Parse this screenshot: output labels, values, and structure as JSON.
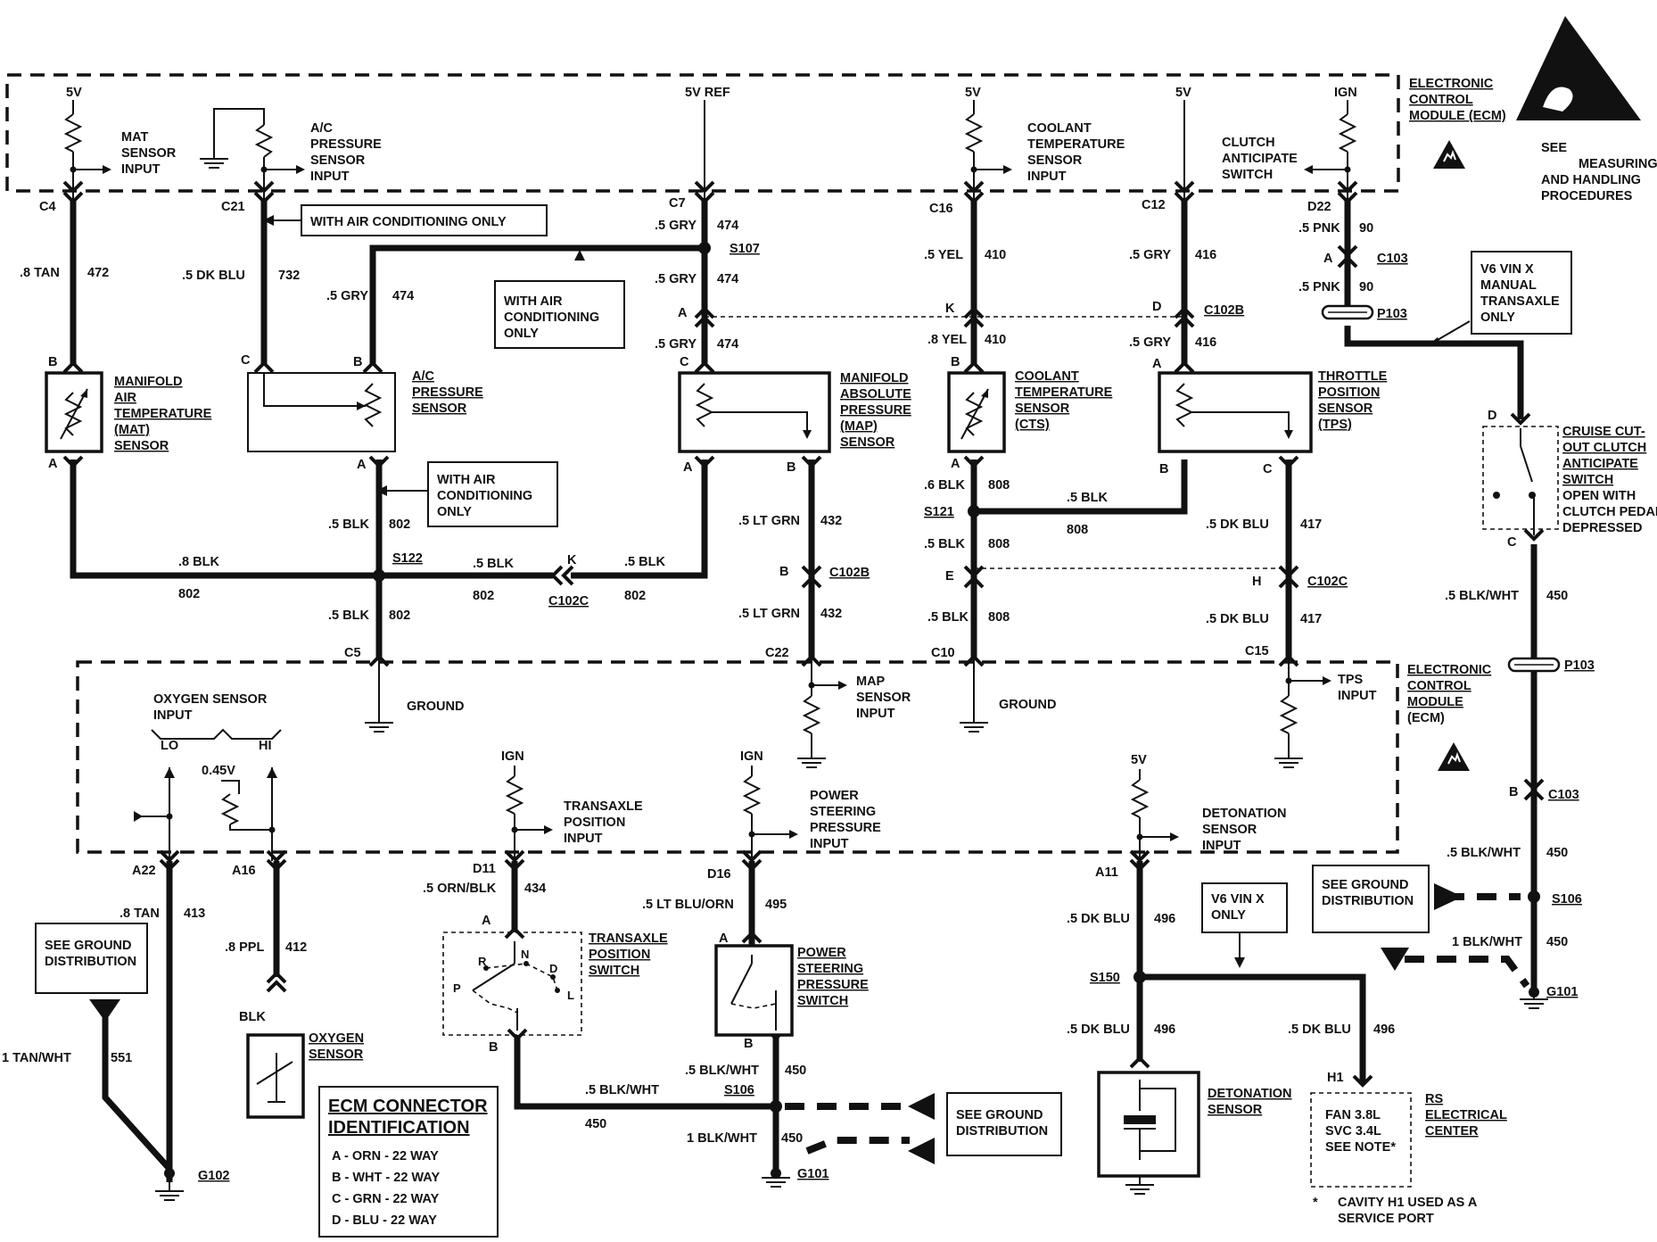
{
  "ecm_label": [
    "ELECTRONIC",
    "CONTROL",
    "MODULE (ECM)"
  ],
  "ecm_label_lower": [
    "ELECTRONIC",
    "CONTROL",
    "MODULE",
    "(ECM)"
  ],
  "esd_note": [
    "SEE",
    "MEASURING",
    "AND HANDLING",
    "PROCEDURES"
  ],
  "supply": {
    "v5": "5V",
    "v5ref": "5V REF",
    "ign": "IGN",
    "v045": "0.45V"
  },
  "inputs": {
    "mat": [
      "MAT",
      "SENSOR",
      "INPUT"
    ],
    "ac": [
      "A/C",
      "PRESSURE",
      "SENSOR",
      "INPUT"
    ],
    "coolant": [
      "COOLANT",
      "TEMPERATURE",
      "SENSOR",
      "INPUT"
    ],
    "clutch": [
      "CLUTCH",
      "ANTICIPATE",
      "SWITCH"
    ],
    "map": [
      "MAP",
      "SENSOR",
      "INPUT"
    ],
    "tps": [
      "TPS",
      "INPUT"
    ],
    "oxygen": [
      "OXYGEN SENSOR",
      "INPUT"
    ],
    "o2_lo": "LO",
    "o2_hi": "HI",
    "transaxle": [
      "TRANSAXLE",
      "POSITION",
      "INPUT"
    ],
    "ps": [
      "POWER",
      "STEERING",
      "PRESSURE",
      "INPUT"
    ],
    "det": [
      "DETONATION",
      "SENSOR",
      "INPUT"
    ]
  },
  "pins": [
    "C4",
    "C21",
    "C7",
    "C16",
    "C12",
    "D22",
    "C5",
    "C22",
    "C10",
    "C15",
    "A22",
    "A16",
    "D11",
    "D16",
    "A11",
    "H1"
  ],
  "letters": {
    "A": "A",
    "B": "B",
    "C": "C",
    "D": "D",
    "E": "E",
    "H": "H",
    "K": "K"
  },
  "wires": {
    "w472": [
      ".8 TAN",
      "472"
    ],
    "w732": [
      ".5 DK BLU",
      "732"
    ],
    "w474_c7": [
      ".5 GRY",
      "474"
    ],
    "w474_a": [
      ".5 GRY",
      "474"
    ],
    "w474_b": [
      ".5 GRY",
      "474"
    ],
    "w474_ac": [
      ".5 GRY",
      "474"
    ],
    "w410_a": [
      ".5 YEL",
      "410"
    ],
    "w410_b": [
      ".8 YEL",
      "410"
    ],
    "w416_a": [
      ".5 GRY",
      "416"
    ],
    "w416_b": [
      ".5 GRY",
      "416"
    ],
    "w90_a": [
      ".5 PNK",
      "90"
    ],
    "w90_b": [
      ".5 PNK",
      "90"
    ],
    "w802_mat": [
      ".8 BLK",
      "802"
    ],
    "w802_ac": [
      ".5 BLK",
      "802"
    ],
    "w802_mid": [
      ".5 BLK",
      "802"
    ],
    "w802_map": [
      ".5 BLK",
      "802"
    ],
    "w802_gnd": [
      ".5 BLK",
      "802"
    ],
    "w432_a": [
      ".5 LT GRN",
      "432"
    ],
    "w432_b": [
      ".5 LT GRN",
      "432"
    ],
    "w808_a": [
      ".6 BLK",
      "808"
    ],
    "w808_tps": [
      ".5 BLK",
      "808"
    ],
    "w808_b": [
      ".5 BLK",
      "808"
    ],
    "w808_c": [
      ".5 BLK",
      "808"
    ],
    "w417_a": [
      ".5 DK BLU",
      "417"
    ],
    "w417_b": [
      ".5 DK BLU",
      "417"
    ],
    "w450_r1": [
      ".5 BLK/WHT",
      "450"
    ],
    "w450_r2": [
      ".5 BLK/WHT",
      "450"
    ],
    "w450_r3": [
      "1 BLK/WHT",
      "450"
    ],
    "w413": [
      ".8 TAN",
      "413"
    ],
    "w412": [
      ".8 PPL",
      "412"
    ],
    "w551": [
      "1 TAN/WHT",
      "551"
    ],
    "w434": [
      ".5 ORN/BLK",
      "434"
    ],
    "w495": [
      ".5 LT BLU/ORN",
      "495"
    ],
    "w450_b1": [
      ".5 BLK/WHT",
      "450"
    ],
    "w450_b2": [
      ".5 BLK/WHT",
      "450"
    ],
    "w450_b3": [
      "1 BLK/WHT",
      "450"
    ],
    "w496_a": [
      ".5 DK BLU",
      "496"
    ],
    "w496_b": [
      ".5 DK BLU",
      "496"
    ],
    "w496_c": [
      ".5 DK BLU",
      "496"
    ],
    "blk": "BLK"
  },
  "splices": {
    "s107": "S107",
    "s122": "S122",
    "s121": "S121",
    "s106_r": "S106",
    "s106_b": "S106",
    "s150": "S150"
  },
  "connectors": {
    "c103_a": "C103",
    "c103_b": "C103",
    "c102b_a": "C102B",
    "c102b_b": "C102B",
    "c102c_a": "C102C",
    "c102c_b": "C102C",
    "p103_a": "P103",
    "p103_b": "P103"
  },
  "grounds": {
    "ground_l": "GROUND",
    "ground_r": "GROUND",
    "g101_r": "G101",
    "g101_b": "G101",
    "g102": "G102"
  },
  "notes": {
    "ac_only_1": "WITH AIR CONDITIONING ONLY",
    "ac_only_2": [
      "WITH AIR",
      "CONDITIONING",
      "ONLY"
    ],
    "ac_only_3": [
      "WITH AIR",
      "CONDITIONING",
      "ONLY"
    ],
    "v6_manual": [
      "V6 VIN X",
      "MANUAL",
      "TRANSAXLE",
      "ONLY"
    ],
    "v6_only": [
      "V6 VIN X",
      "ONLY"
    ],
    "ground_dist_l": [
      "SEE GROUND",
      "DISTRIBUTION"
    ],
    "ground_dist_r": [
      "SEE GROUND",
      "DISTRIBUTION"
    ],
    "ground_dist_b": [
      "SEE GROUND",
      "DISTRIBUTION"
    ],
    "cavity": [
      "CAVITY H1 USED AS A",
      "SERVICE PORT"
    ],
    "asterisk": "*"
  },
  "components": {
    "mat": [
      "MANIFOLD",
      "AIR",
      "TEMPERATURE",
      "(MAT)",
      "SENSOR"
    ],
    "ac": [
      "A/C",
      "PRESSURE",
      "SENSOR"
    ],
    "map": [
      "MANIFOLD",
      "ABSOLUTE",
      "PRESSURE",
      "(MAP)",
      "SENSOR"
    ],
    "cts": [
      "COOLANT",
      "TEMPERATURE",
      "SENSOR",
      "(CTS)"
    ],
    "tps": [
      "THROTTLE",
      "POSITION",
      "SENSOR",
      "(TPS)"
    ],
    "cruise": [
      "CRUISE CUT-",
      "OUT CLUTCH",
      "ANTICIPATE",
      "SWITCH"
    ],
    "cruise_note": [
      "OPEN WITH",
      "CLUTCH PEDAL",
      "DEPRESSED"
    ],
    "oxygen": [
      "OXYGEN",
      "SENSOR"
    ],
    "transaxle": [
      "TRANSAXLE",
      "POSITION",
      "SWITCH"
    ],
    "gear_letters": [
      "R",
      "N",
      "D",
      "P",
      "L"
    ],
    "ps": [
      "POWER",
      "STEERING",
      "PRESSURE",
      "SWITCH"
    ],
    "det": [
      "DETONATION",
      "SENSOR"
    ],
    "rs": [
      "RS",
      "ELECTRICAL",
      "CENTER"
    ],
    "fan": [
      "FAN 3.8L",
      "SVC 3.4L",
      "SEE NOTE*"
    ]
  },
  "legend": {
    "title": [
      "ECM CONNECTOR",
      "IDENTIFICATION"
    ],
    "items": [
      "A - ORN - 22 WAY",
      "B - WHT - 22 WAY",
      "C - GRN - 22 WAY",
      "D - BLU - 22 WAY"
    ]
  }
}
